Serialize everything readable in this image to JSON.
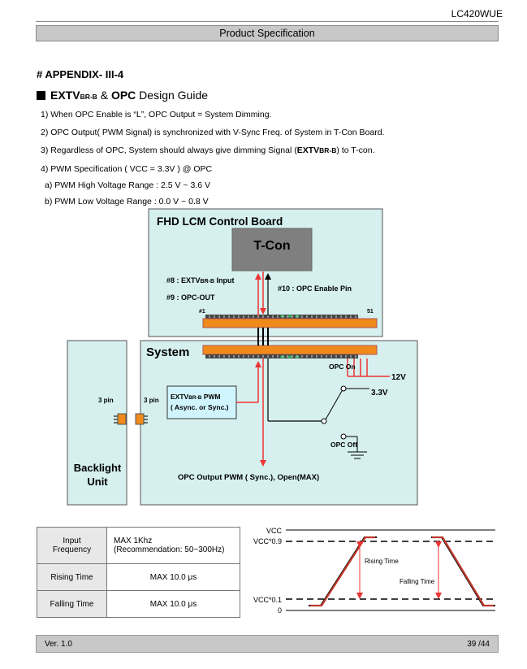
{
  "header": {
    "model": "LC420WUE",
    "title": "Product Specification"
  },
  "appendix_title": "# APPENDIX- III-4",
  "guide": {
    "a": "EXTV",
    "a_sub": "BR-B",
    "amp": " & ",
    "b": "OPC",
    "rest": " Design Guide"
  },
  "items": {
    "i1": "1) When OPC Enable is “L”, OPC Output = System Dimming.",
    "i2": "2) OPC Output( PWM Signal) is synchronized with V-Sync Freq. of System in T-Con Board.",
    "i3_pre": "3) Regardless of OPC, System should always give dimming Signal (",
    "i3_b": "EXTV",
    "i3_sub": "BR-B",
    "i3_post": ") to T-con.",
    "i4": "4) PWM Specification ( VCC = 3.3V ) @ OPC",
    "i4a": "a) PWM High Voltage Range : 2.5 V ~ 3.6 V",
    "i4b": "b) PWM Low Voltage Range  : 0.0 V ~ 0.8 V"
  },
  "diagram": {
    "board_title": "FHD LCM Control Board",
    "tcon": "T-Con",
    "pin8_a": "#8 : EXTV",
    "pin8_sub": "BR-B",
    "pin8_b": " Input",
    "pin9": "#9 : OPC-OUT",
    "pin10": "#10 : OPC Enable Pin",
    "pin1": "#1",
    "pin51": "51",
    "system": "System",
    "opc_on": "OPC On",
    "v12": "12V",
    "v33": "3.3V",
    "opc_off": "OPC Off",
    "pwm_box_a": "EXTV",
    "pwm_box_sub": "BR-B",
    "pwm_box_b": "  PWM",
    "pwm_box_line2": "( Async. or  Sync.)",
    "pin3_left": "3 pin",
    "pin3_right": "3 pin",
    "opc_output": "OPC Output  PWM ( Sync.), Open(MAX)",
    "backlight_1": "Backlight",
    "backlight_2": "Unit"
  },
  "table": {
    "rows": [
      {
        "param1": "Input",
        "param2": "Frequency",
        "val1": "MAX 1Khz",
        "val2": "(Recommendation: 50~300Hz)"
      },
      {
        "param1": "Rising Time",
        "val1": "MAX 10.0 μs"
      },
      {
        "param1": "Falling Time",
        "val1": "MAX 10.0 μs"
      }
    ]
  },
  "waveform": {
    "vcc": "VCC",
    "vcc09": "VCC*0.9",
    "vcc01": "VCC*0.1",
    "zero": "0",
    "rising": "Rising Time",
    "falling": "Falling Time"
  },
  "footer": {
    "version": "Ver. 1.0",
    "page": "39 /44"
  }
}
